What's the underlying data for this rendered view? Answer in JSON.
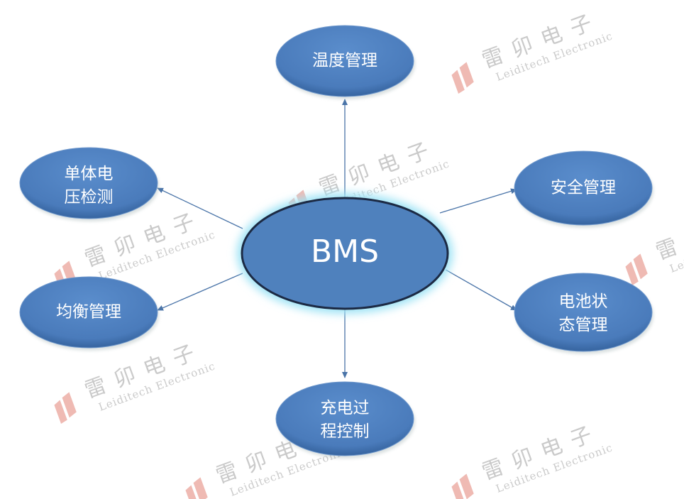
{
  "center": {
    "label": "BMS"
  },
  "nodes": [
    {
      "id": "temperature",
      "label": "温度管理"
    },
    {
      "id": "cell-voltage",
      "label": "单体电\n压检测"
    },
    {
      "id": "safety",
      "label": "安全管理"
    },
    {
      "id": "balancing",
      "label": "均衡管理"
    },
    {
      "id": "battery-state",
      "label": "电池状\n态管理"
    },
    {
      "id": "charging",
      "label": "充电过\n程控制"
    }
  ],
  "watermark": {
    "cn": "雷卯电子",
    "en": "Leiditech Electronic"
  },
  "colors": {
    "node_fill": "#4f81bd",
    "node_dark": "#3b6aa6",
    "center_stroke": "#1c2a44",
    "glow": "#9fe3f5",
    "arrow": "#4a74a8",
    "logo": "#e07a6e"
  }
}
